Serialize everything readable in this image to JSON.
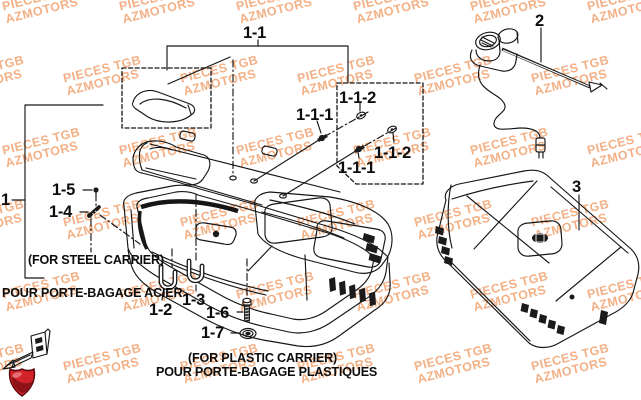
{
  "document": {
    "type": "exploded-parts-diagram",
    "brand": "TGB"
  },
  "watermark": {
    "line1": "PIECES TGB",
    "line2": "AZMOTORS"
  },
  "callouts": {
    "c1": "1",
    "c2": "2",
    "c3": "3",
    "c11": "1-1",
    "c111": "1-1-1",
    "c112": "1-1-2",
    "c12": "1-2",
    "c13": "1-3",
    "c14": "1-4",
    "c15": "1-5",
    "c16": "1-6",
    "c17": "1-7"
  },
  "notes": {
    "steel_en": "(FOR STEEL CARRIER)",
    "steel_fr": "POUR PORTE-BAGAGE ACIER",
    "plastic_en": "(FOR PLASTIC CARRIER)",
    "plastic_fr": "POUR PORTE-BAGAGE PLASTIQUES"
  },
  "colors": {
    "watermark": "#f09a63",
    "line": "#161616",
    "logo_red": "#d3232a",
    "logo_dark_red": "#8e1318"
  }
}
